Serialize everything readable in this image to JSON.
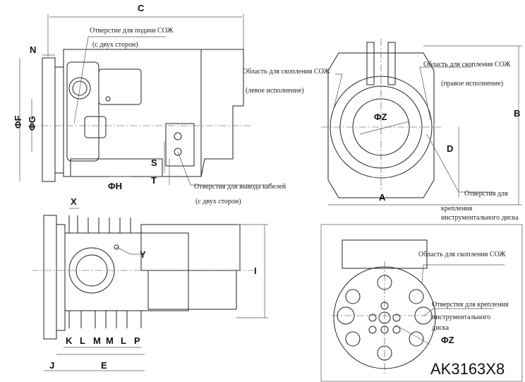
{
  "dims": {
    "C": "C",
    "N": "N",
    "F": "ΦF",
    "G": "ΦG",
    "S": "S",
    "T": "T",
    "H": "ΦH",
    "X": "X",
    "Y": "Y",
    "I": "I",
    "bottom": [
      "K",
      "L",
      "M",
      "M",
      "L",
      "P"
    ],
    "J": "J",
    "E": "E",
    "A": "A",
    "B": "B",
    "D": "D",
    "Z1": "ΦZ",
    "Z2": "ΦZ"
  },
  "notes": {
    "coolant_inlet": "Отверстие для подачи СОЖ",
    "both_sides_1": "(с двух сторон)",
    "cable_outlet": "Отверстия для вывода кабелей",
    "both_sides_2": "(с двух сторон)",
    "coolant_area_left": "Область для скопления СОЖ",
    "left_version": "(левое исполнение)",
    "coolant_area_right": "Область для скопления СОЖ",
    "right_version": "(правое исполнение)",
    "mount_holes_1a": "Отверстия для",
    "mount_holes_1b": "крепления",
    "mount_holes_1c": "инструментального диска",
    "coolant_area_3": "Область для скопления СОЖ",
    "mount_holes_2a": "Отверстия для крепления",
    "mount_holes_2b": "инструментального",
    "mount_holes_2c": "диска"
  },
  "model": "AK3163X8"
}
